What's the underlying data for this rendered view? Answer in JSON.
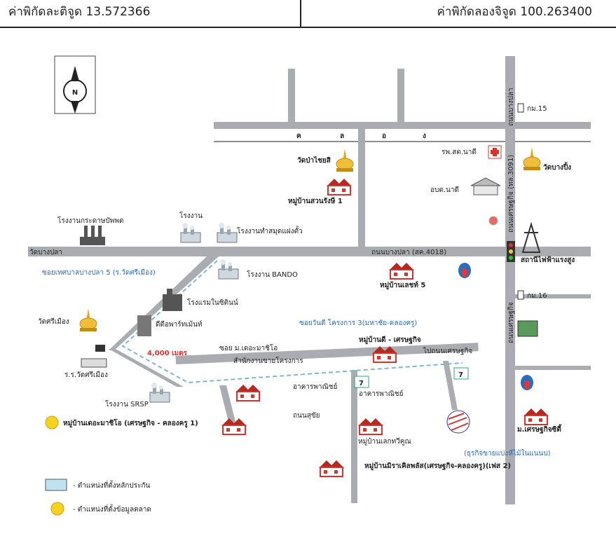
{
  "header": {
    "latitude_label": "ค่าพิกัดละติจูด 13.572366",
    "longitude_label": "ค่าพิกัดลองจิจูด 100.263400"
  },
  "compass": {
    "north": "N"
  },
  "roads": {
    "top_road_letters": [
      "ค",
      "ล",
      "อ",
      "ง"
    ],
    "bang_pla_west": "วัดบางปลา",
    "bang_pla_road": "ถนนบางปลา (สค.4018)",
    "vertical_top": "ถนนบางปลา",
    "vertical_upper": "ถนนเศรษฐกิจ (ทล.3091)",
    "vertical_middle": "ถนนเศรษฐกิจ",
    "soi_tessaban": "ซอยเทศบาลบางปลา 5 (ร.วัดศรีเมือง)",
    "soi_wannee": "ซอยวันดี โครงการ 3(มหาชัย-คลองครู)",
    "soi_deco": "ซอย ม.เดอะมาชิโอ",
    "thanon_suksan": "ถนนสุขัย",
    "distance": "4,000 เมตร"
  },
  "places": {
    "km15": "กม.15",
    "km16": "กม.16",
    "wat_pachai": "วัดป่าไชยสิ",
    "hospital": "รพ.สต.นาดี",
    "wat_bangping": "วัดบางปิ้ง",
    "village_suan_rangsi": "หมู่บ้านสวนรังษี 1",
    "obt_nadi": "อบต.นาดี",
    "paper_factory": "โรงงานกระดาษบัพพด",
    "factory_small": "โรงงาน",
    "factory_tha_sum": "โรงงานทำสมุดแฝงตั้ว",
    "power_station": "สถานีไฟฟ้าแรงสูง",
    "factory_bando": "โรงงาน BANDO",
    "village_lertchai": "หมู่บ้านเลชท์ 5",
    "hotel": "โรงแรมในซิตินน์",
    "wat_srimuang": "วัดศรีเมือง",
    "apartment": "ดีดีอพาร์ทเม้นท์",
    "sales_office": "สำนักงานขายโครงการ",
    "village_dee": "หมู่บ้านดี - เศรษฐกิจ",
    "tessaban": "ไปถนนเศรษฐกิจ",
    "school": "ร.ร.วัดศรีเมือง",
    "shop1": "อาคารพาณิชย์",
    "shop2": "อาคารพาณิชย์",
    "factory_srsp": "โรงงาน SRSP",
    "village_deco": "หมู่บ้านเดอะมาชิโอ (เศรษฐกิจ - คลองครู 1)",
    "village_lekwi": "หมู่บ้านเลกทวีคูณ",
    "village_setthakit": "ม.เศรษฐกิจซิตี้",
    "bank_label": "(ธุรกิจขายแบ่งหีไม้ในแนนบ)",
    "village_mirasen": "หมู่บ้านมิราเคิลพลัส(เศรษฐกิจ-คลองครู)(เฟส 2)"
  },
  "legend": [
    {
      "label": "- ตำแหน่งที่ตั้งหลักประกัน"
    },
    {
      "label": "- ตำแหน่งที่ตั้งข้อมูลตลาด"
    }
  ],
  "colors": {
    "road": "#a9adb1",
    "road_edge": "#8a8e93",
    "house": "#d9342b",
    "house_roof": "#b22b22",
    "label_blue": "#2c6db8",
    "legend_blue": "#bfe3f2",
    "legend_yellow": "#f5d21c",
    "temple_gold": "#e7a820"
  }
}
